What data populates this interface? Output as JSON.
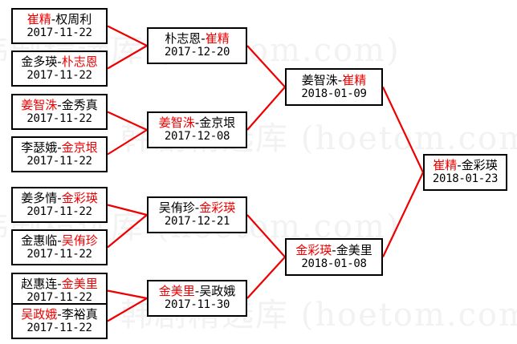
{
  "diagram": {
    "type": "tournament-bracket",
    "title": "",
    "accent_color": "#ee0000",
    "box_border_color": "#000000",
    "connector_color": "#ee0000",
    "background_color": "#ffffff",
    "watermark": {
      "text": "韩剧精选库 (hoetom.com)",
      "color": "#f2f2f2",
      "lines": [
        "韩剧精选库 (hoetom.com)",
        "韩剧精选库 (hoetom.com)",
        "韩剧精选库 (hoetom.com)",
        "韩剧精选库 (hoetom.com)"
      ]
    }
  },
  "rounds": [
    {
      "name": "round-1",
      "matches": [
        {
          "id": "r1m1",
          "left": "崔精",
          "right": "权周利",
          "winner": "left",
          "date": "2017-11-22"
        },
        {
          "id": "r1m2",
          "left": "金多瑛",
          "right": "朴志恩",
          "winner": "right",
          "date": "2017-11-22"
        },
        {
          "id": "r1m3",
          "left": "姜智洙",
          "right": "金秀真",
          "winner": "left",
          "date": "2017-11-22"
        },
        {
          "id": "r1m4",
          "left": "李瑟娥",
          "right": "金京垠",
          "winner": "right",
          "date": "2017-11-22"
        },
        {
          "id": "r1m5",
          "left": "姜多情",
          "right": "金彩瑛",
          "winner": "right",
          "date": "2017-11-22"
        },
        {
          "id": "r1m6",
          "left": "金惠临",
          "right": "吴侑珍",
          "winner": "right",
          "date": "2017-11-22"
        },
        {
          "id": "r1m7",
          "left": "赵惠连",
          "right": "金美里",
          "winner": "right",
          "date": "2017-11-22"
        },
        {
          "id": "r1m8",
          "left": "吴政娥",
          "right": "李裕真",
          "winner": "left",
          "date": "2017-11-22"
        }
      ]
    },
    {
      "name": "round-2",
      "matches": [
        {
          "id": "r2m1",
          "left": "朴志恩",
          "right": "崔精",
          "winner": "right",
          "date": "2017-12-20"
        },
        {
          "id": "r2m2",
          "left": "姜智洙",
          "right": "金京垠",
          "winner": "left",
          "date": "2017-12-08"
        },
        {
          "id": "r2m3",
          "left": "吴侑珍",
          "right": "金彩瑛",
          "winner": "right",
          "date": "2017-12-21"
        },
        {
          "id": "r2m4",
          "left": "金美里",
          "right": "吴政娥",
          "winner": "left",
          "date": "2017-11-30"
        }
      ]
    },
    {
      "name": "semifinal",
      "matches": [
        {
          "id": "r3m1",
          "left": "姜智洙",
          "right": "崔精",
          "winner": "right",
          "date": "2018-01-09"
        },
        {
          "id": "r3m2",
          "left": "金彩瑛",
          "right": "金美里",
          "winner": "left",
          "date": "2018-01-08"
        }
      ]
    },
    {
      "name": "final",
      "matches": [
        {
          "id": "r4m1",
          "left": "崔精",
          "right": "金彩瑛",
          "winner": "left",
          "date": "2018-01-23"
        }
      ]
    }
  ],
  "separator": "-"
}
